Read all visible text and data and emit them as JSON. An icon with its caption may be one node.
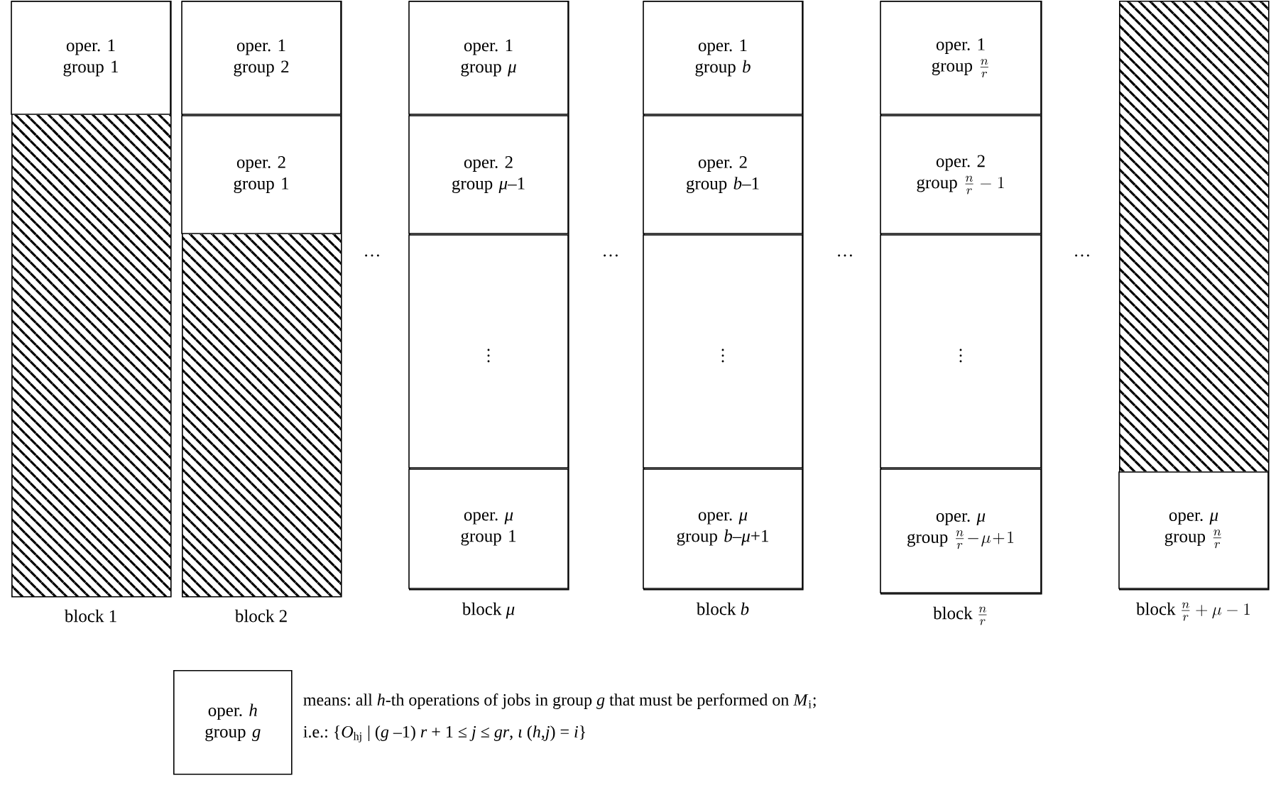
{
  "diagram": {
    "nodes": [
      {
        "text": [
          "block 1"
        ]
      },
      {
        "text": [
          "oper. 1 group 1"
        ],
        "in": 0
      },
      {
        "text": [
          "block 2"
        ]
      },
      {
        "text": [
          "oper. 1 group 2"
        ],
        "in": 2
      },
      {
        "text": [
          "oper. 2 group 1"
        ],
        "in": 2
      },
      {
        "text": [
          "block *μ*"
        ]
      },
      {
        "text": [
          "oper. 1 group *μ*"
        ],
        "in": 5
      },
      {
        "text": [
          "oper. 2 group *μ*–1"
        ],
        "in": 5
      },
      {
        "text": [
          "\\vdots"
        ],
        "in": 5
      },
      {
        "text": [
          "oper. *μ* group 1"
        ],
        "in": 5
      },
      {
        "text": [
          "block *b*"
        ]
      },
      {
        "text": [
          "oper. 1 group *b*"
        ],
        "in": 10
      },
      {
        "text": [
          "oper. 2 group *b*–1"
        ],
        "in": 10
      },
      {
        "text": [
          "\\vdots"
        ],
        "in": 10
      },
      {
        "text": [
          "oper. *μ* group *b*–*μ*+1"
        ],
        "in": 10
      },
      {
        "text": [
          "\\mathrm{block}\\ \\frac{n}{r}"
        ]
      },
      {
        "text": [
          "oper. 1",
          "\\mathrm{group}\\ \\frac{n}{r}"
        ],
        "in": 15
      },
      {
        "text": [
          "oper. 2",
          "\\mathrm{group}\\ \\frac{n}{r}-1"
        ],
        "in": 15
      },
      {
        "text": [
          "\\vdots"
        ],
        "in": 15
      },
      {
        "text": [
          "oper. *μ*",
          "\\mathrm{group}\\ \\frac{n}{r}-\\mu+1"
        ],
        "in": 15
      },
      {
        "text": [
          "\\mathrm{block}\\ \\frac{n}{r}+\\mu-1"
        ]
      },
      {
        "text": [
          "oper. *μ*",
          "\\mathrm{group}\\ \\frac{n}{r}"
        ],
        "in": 20
      },
      {
        "text": [
          "oper. *h* group *g*"
        ],
        "beside": [
          "means: all *h*-th operations of jobs in group *g* that must be performed on *M*$_{i}$;",
          "i.e.: {*O*$_{hj}$ | (*g* –1) *r* + 1 ≤ *j* ≤ *gr*, *ι* (*h*,*j*) = *i*}"
        ]
      }
    ],
    "labels": [
      "…",
      "…",
      "…",
      "…"
    ]
  }
}
